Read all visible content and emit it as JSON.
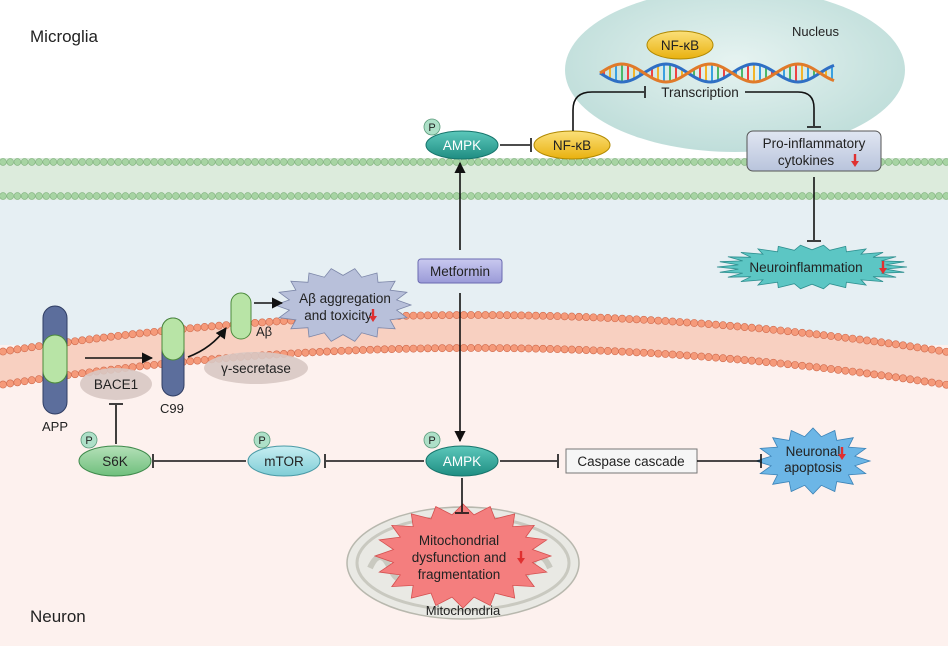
{
  "regions": {
    "top": "Microglia",
    "bottom": "Neuron"
  },
  "compartments": {
    "nucleus": "Nucleus",
    "mitochondria": "Mitochondria"
  },
  "nodes": {
    "nfkb_nucleus": "NF-κB",
    "transcription": "Transcription",
    "ampk_top": "AMPK",
    "nfkb": "NF-κB",
    "cytokines_line1": "Pro-inflammatory",
    "cytokines_line2": "cytokines",
    "neuroinflammation": "Neuroinflammation",
    "metformin": "Metformin",
    "abeta_line1": "Aβ aggregation",
    "abeta_line2": "and toxicity",
    "abeta": "Aβ",
    "app": "APP",
    "bace1": "BACE1",
    "c99": "C99",
    "gamma": "γ-secretase",
    "s6k": "S6K",
    "mtor": "mTOR",
    "ampk_bottom": "AMPK",
    "caspase": "Caspase cascade",
    "apoptosis_line1": "Neuronal",
    "apoptosis_line2": "apoptosis",
    "mito_line1": "Mitochondrial",
    "mito_line2": "dysfunction and",
    "mito_line3": "fragmentation"
  },
  "phospho_label": "P",
  "decrease_marker": "↓",
  "colors": {
    "top_bg": "#e4eef2",
    "bottom_bg": "#fdf1ee",
    "top_membrane": "#9ccf9c",
    "bottom_membrane": "#f28c6c",
    "nucleus": "#cfe6e3",
    "ampk": "#2fa89b",
    "nfkb": "#f3c425",
    "metformin": "#b3b3e3",
    "neuroinflammation": "#5fc7c5",
    "apoptosis": "#6cb6e6",
    "mito_burst": "#f47e7e",
    "red_arrow": "#e03030"
  },
  "icons": {
    "decrease": "red-down-arrow",
    "phospho": "phosphate-circle",
    "dna": "dna-helix"
  }
}
